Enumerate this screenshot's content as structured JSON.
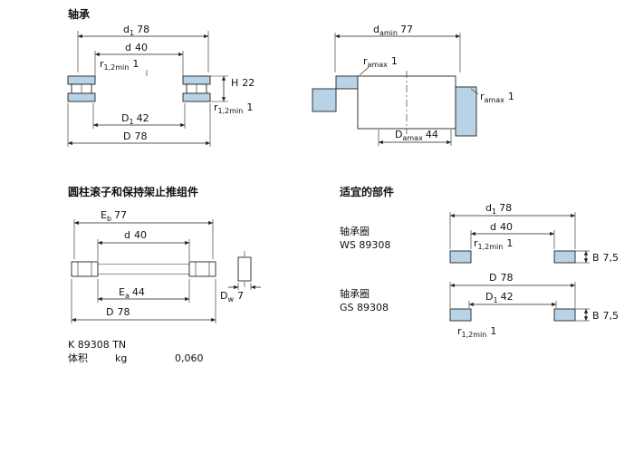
{
  "page": {
    "accent_blue": "#b9d3e6",
    "line_color": "#222222"
  },
  "bearing": {
    "title": "轴承",
    "dims": {
      "d1": {
        "b": "d",
        "s": "1",
        "v": "78"
      },
      "d": {
        "b": "d",
        "v": "40"
      },
      "r12_top": {
        "b": "r",
        "s": "1,2min",
        "v": "1"
      },
      "H": {
        "b": "H",
        "v": "22"
      },
      "r12_bottom": {
        "b": "r",
        "s": "1,2min",
        "v": "1"
      },
      "D1": {
        "b": "D",
        "s": "1",
        "v": "42"
      },
      "D": {
        "b": "D",
        "v": "78"
      }
    }
  },
  "abutment": {
    "dims": {
      "da": {
        "b": "d",
        "s": "amin",
        "v": "77"
      },
      "ra_left": {
        "b": "r",
        "s": "amax",
        "v": "1"
      },
      "ra_right": {
        "b": "r",
        "s": "amax",
        "v": "1"
      },
      "Da": {
        "b": "D",
        "s": "amax",
        "v": "44"
      }
    }
  },
  "assembly": {
    "title": "圆柱滚子和保持架止推组件",
    "dims": {
      "Eb": {
        "b": "E",
        "s": "b",
        "v": "77"
      },
      "d": {
        "b": "d",
        "v": "40"
      },
      "Ea": {
        "b": "E",
        "s": "a",
        "v": "44"
      },
      "D": {
        "b": "D",
        "v": "78"
      },
      "Dw": {
        "b": "D",
        "s": "w",
        "v": "7"
      }
    }
  },
  "components": {
    "title": "适宜的部件",
    "ws": {
      "label": "轴承圈",
      "code": "WS 89308",
      "dims": {
        "d1": {
          "b": "d",
          "s": "1",
          "v": "78"
        },
        "d": {
          "b": "d",
          "v": "40"
        },
        "r12": {
          "b": "r",
          "s": "1,2min",
          "v": "1"
        },
        "B": {
          "b": "B",
          "v": "7,5"
        }
      }
    },
    "gs": {
      "label": "轴承圈",
      "code": "GS 89308",
      "dims": {
        "D": {
          "b": "D",
          "v": "78"
        },
        "D1": {
          "b": "D",
          "s": "1",
          "v": "42"
        },
        "r12": {
          "b": "r",
          "s": "1,2min",
          "v": "1"
        },
        "B": {
          "b": "B",
          "v": "7,5"
        }
      }
    }
  },
  "footer": {
    "designation": "K 89308 TN",
    "mass_label": "体积",
    "mass_unit": "kg",
    "mass_value": "0,060"
  }
}
